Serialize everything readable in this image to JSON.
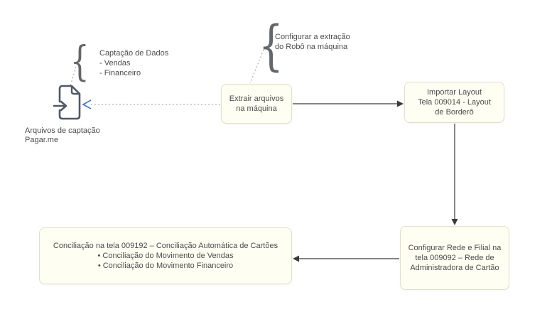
{
  "colors": {
    "box_bg": "#fffef2",
    "box_border": "#e2dfc9",
    "text": "#4c4c4c",
    "arrow": "#3a3a3a",
    "dotted_line": "#9f9f9f",
    "blue_arrowhead": "#4472c4",
    "icon": "#4f5866",
    "brace": "#63666b"
  },
  "glyphs": {
    "brace": "{"
  },
  "annotations": {
    "captacao": {
      "line1": "Captação de Dados",
      "line2": "- Vendas",
      "line3": "- Financeiro"
    },
    "robo": {
      "line1": "Configurar a extração",
      "line2": "do Robô na máquina"
    }
  },
  "file_node": {
    "line1": "Arquivos de captação",
    "line2": "Pagar.me"
  },
  "boxes": {
    "extrair": {
      "line1": "Extrair arquivos",
      "line2": "na máquina"
    },
    "importar": {
      "line1": "Importar Layout",
      "line2": "Tela 009014 - Layout",
      "line3": "de Borderô"
    },
    "rede": {
      "line1": "Configurar Rede e Filial na",
      "line2": "tela 009092 – Rede de",
      "line3": "Administradora de Cartão"
    },
    "conciliacao": {
      "line1": "Conciliação na tela 009192 – Conciliação Automática de Cartões",
      "line2": "• Conciliação do Movimento de Vendas",
      "line3": "• Conciliação do Movimento Financeiro"
    }
  }
}
